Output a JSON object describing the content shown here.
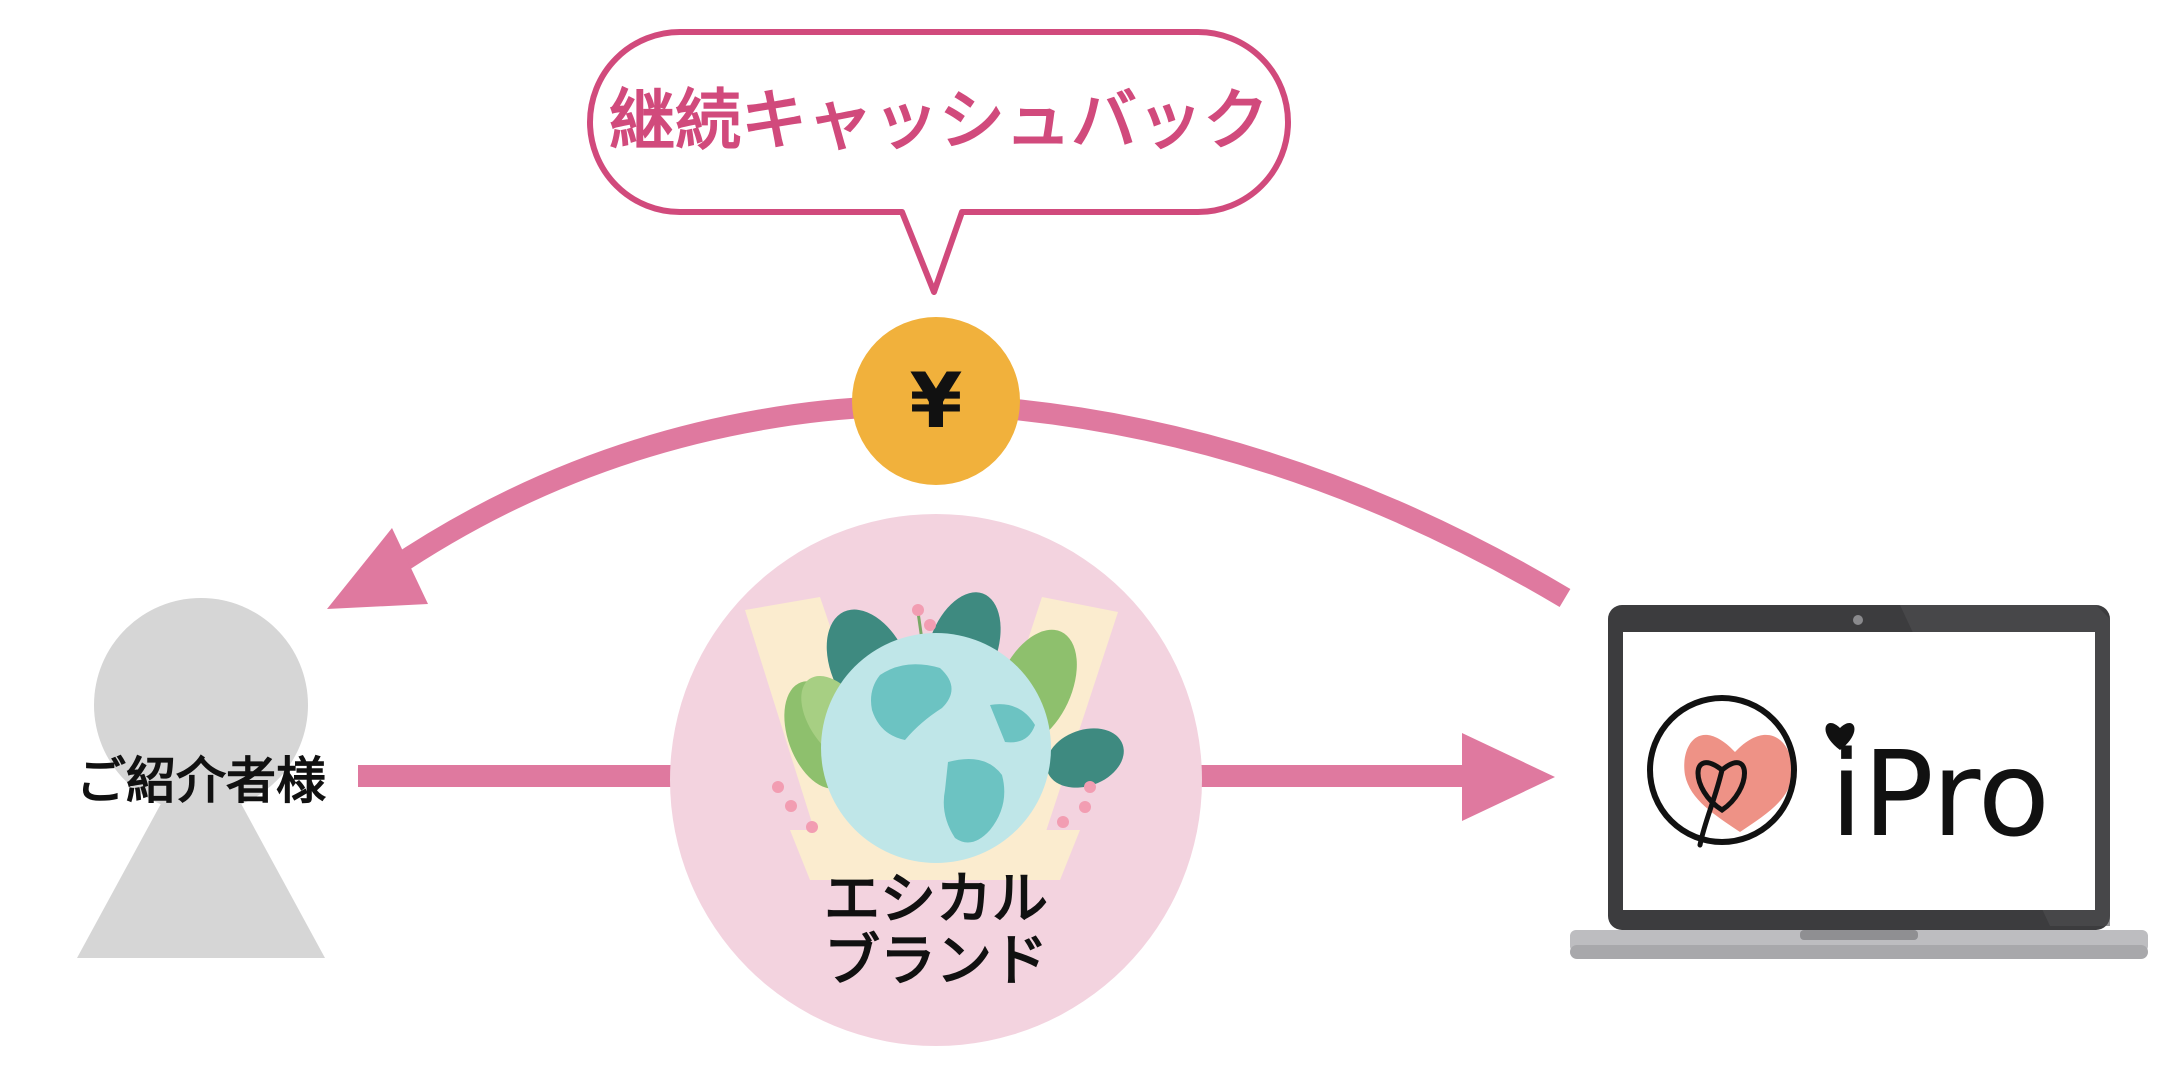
{
  "speech_bubble": {
    "text": "継続キャッシュバック"
  },
  "coin": {
    "symbol": "¥"
  },
  "referrer": {
    "label": "ご紹介者様"
  },
  "brand": {
    "line1": "エシカル",
    "line2": "ブランド"
  },
  "laptop": {
    "logo_text": "iPro"
  },
  "colors": {
    "arrow_pink": "#df799f",
    "bubble_border": "#d14a7c",
    "coin": "#f1b13c",
    "person_gray": "#d6d6d6",
    "brand_circle": "#f3d3df",
    "laptop_body": "#3c3c3e",
    "laptop_base": "#a8a8ab",
    "logo_heart": "#ee9286"
  },
  "icons": [
    "person-icon",
    "globe-icon",
    "laptop-icon",
    "heart-logo-icon",
    "yen-coin-icon"
  ]
}
